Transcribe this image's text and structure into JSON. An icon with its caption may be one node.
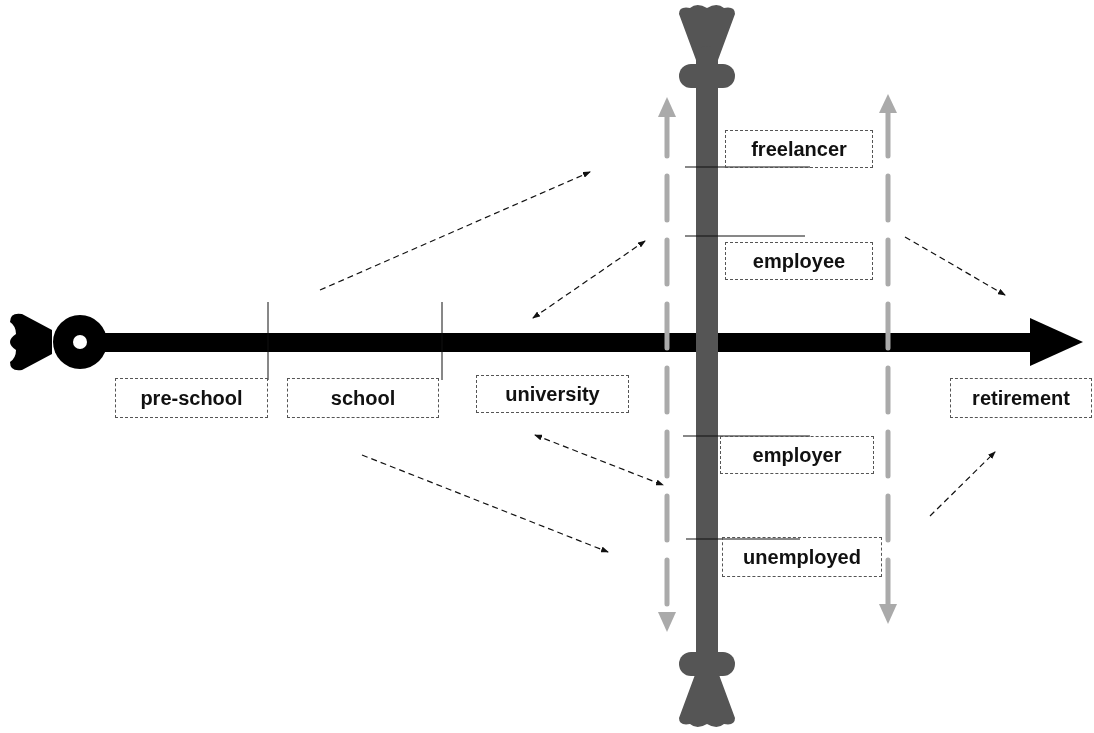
{
  "diagram": {
    "nodes": [
      {
        "text": [
          "freelancer"
        ]
      },
      {
        "text": [
          "employee"
        ]
      },
      {
        "text": [
          "pre-school"
        ]
      },
      {
        "text": [
          "school"
        ]
      },
      {
        "text": [
          "university"
        ]
      },
      {
        "text": [
          "retirement"
        ]
      },
      {
        "text": [
          "employer"
        ]
      },
      {
        "text": [
          "unemployed"
        ]
      }
    ]
  }
}
